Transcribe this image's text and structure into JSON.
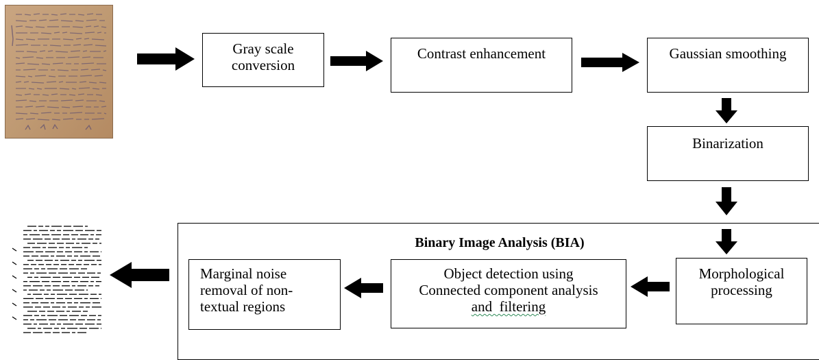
{
  "steps": {
    "grayscale": [
      "Gray scale",
      "conversion"
    ],
    "contrast": [
      "Contrast enhancement"
    ],
    "gaussian": [
      "Gaussian smoothing"
    ],
    "binarization": [
      "Binarization"
    ],
    "morphological": [
      "Morphological",
      "processing"
    ],
    "object_detection": [
      "Object detection using",
      "Connected component analysis",
      "and  filtering"
    ],
    "marginal_noise": [
      "Marginal noise",
      "removal of non-",
      "textual regions"
    ]
  },
  "bia_title": "Binary Image Analysis (BIA)",
  "colors": {
    "manuscript": "#c4a07a",
    "manuscript_dark": "#8a6a4c",
    "ink": "#5a4a6a",
    "spellcheck": "#2e8b57"
  },
  "icons": {
    "input_image": "old-manuscript-page",
    "output_image": "cleaned-binary-text-page",
    "arrow": "thick-black-arrow"
  }
}
